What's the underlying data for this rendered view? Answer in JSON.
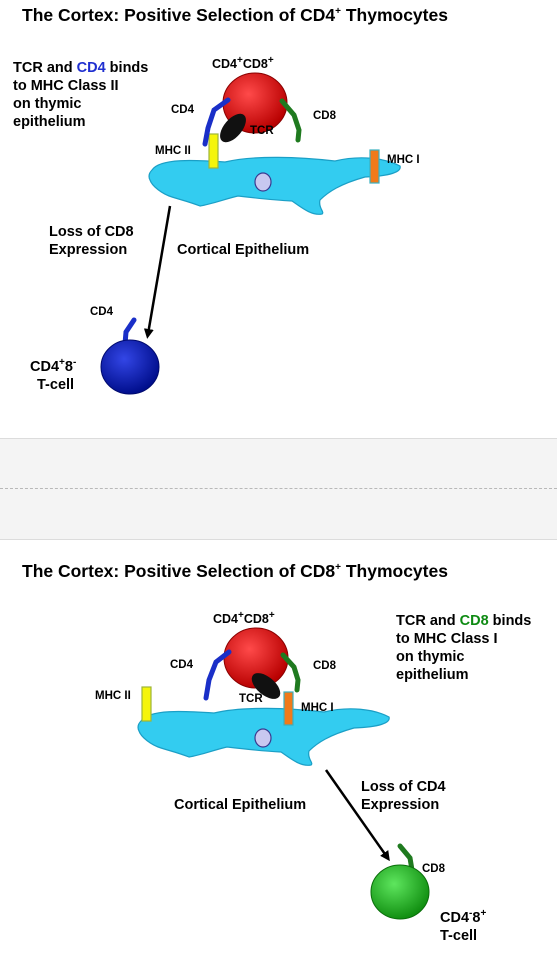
{
  "top": {
    "title_pre": "The Cortex: Positive Selection of CD4",
    "title_sup": "+",
    "title_post": " Thymocytes",
    "note_l1_a": "TCR and ",
    "note_l1_b": "CD4",
    "note_l1_c": " binds",
    "note_l2": "to MHC Class II",
    "note_l3": "on thymic",
    "note_l4": "epithelium",
    "cell_a": "CD4",
    "cell_a_sup": "+",
    "cell_b": "CD8",
    "cell_b_sup": "+",
    "cd4": "CD4",
    "cd8": "CD8",
    "tcr": "TCR",
    "mhc2": "MHC II",
    "mhc1": "MHC I",
    "loss_l1": "Loss of CD8",
    "loss_l2": "Expression",
    "cortical": "Cortical Epithelium",
    "result_cd4": "CD4",
    "result_l1a": "CD4",
    "result_l1a_sup": "+",
    "result_l1b": "8",
    "result_l1b_sup": "-",
    "result_l2": "T-cell"
  },
  "bottom": {
    "title_pre": "The Cortex: Positive Selection of CD8",
    "title_sup": "+",
    "title_post": " Thymocytes",
    "note_l1_a": "TCR and ",
    "note_l1_b": "CD8",
    "note_l1_c": " binds",
    "note_l2": "to MHC Class I",
    "note_l3": "on thymic",
    "note_l4": "epithelium",
    "cell_a": "CD4",
    "cell_a_sup": "+",
    "cell_b": "CD8",
    "cell_b_sup": "+",
    "cd4": "CD4",
    "cd8": "CD8",
    "tcr": "TCR",
    "mhc2": "MHC II",
    "mhc1": "MHC I",
    "loss_l1": "Loss of CD4",
    "loss_l2": "Expression",
    "cortical": "Cortical Epithelium",
    "result_cd8": "CD8",
    "result_l1a": "CD4",
    "result_l1a_sup": "-",
    "result_l1b": "8",
    "result_l1b_sup": "+",
    "result_l2": "T-cell"
  },
  "colors": {
    "epithelium": "#33ccf0",
    "red_cell": "#dd0000",
    "blue_cell": "#0a1fb8",
    "green_cell": "#1fb81f",
    "cd4_receptor": "#1a2fc8",
    "cd8_receptor": "#1f7a1f",
    "mhc2": "#f5f50a",
    "mhc1": "#f07a1a",
    "nucleus": "#c8c8f0"
  }
}
